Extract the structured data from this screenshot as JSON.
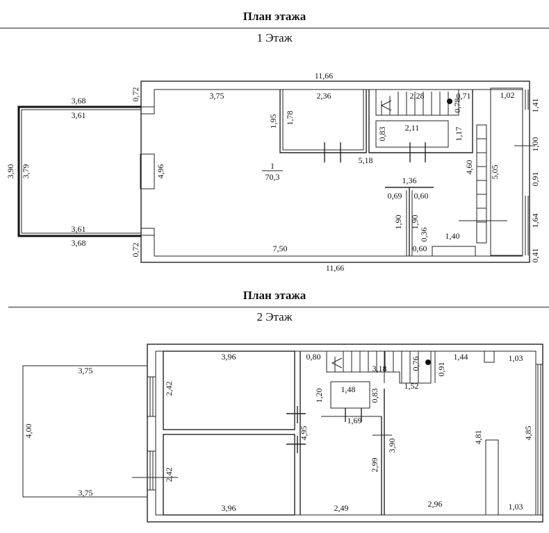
{
  "plan1": {
    "title": "План этажа",
    "floor": "1 Этаж",
    "labels": {
      "top_total": "11,66",
      "bottom_total": "11,66",
      "terrace_top_outer": "3,68",
      "terrace_top_inner": "3,61",
      "terrace_bottom_inner": "3,61",
      "terrace_bottom_outer": "3,68",
      "terrace_height_outer": "3,90",
      "terrace_height_inner": "3,79",
      "step_top": "0,72",
      "step_bottom": "0,72",
      "hall_top": "3,75",
      "column": "4,96",
      "room_num": "1",
      "room_area": "70,3",
      "hall_bottom": "7,50",
      "room_a_width": "2,36",
      "room_a_height_outer": "1,95",
      "room_a_height_inner": "1,78",
      "stair_width": "2,28",
      "stair_top_right": "0,71",
      "stair_side": "0,78",
      "closet_height": "0,83",
      "closet_width": "2,11",
      "closet_side": "1,17",
      "partition": "5,18",
      "wall_length_a": "4,60",
      "wall_length_b": "5,05",
      "right_strip_top": "1,02",
      "right_side_1": "1,41",
      "right_side_2": "1,00",
      "right_side_3": "0,91",
      "right_side_4": "1,64",
      "right_side_5": "0,41",
      "t_top": "1,36",
      "t_left": "0,69",
      "t_right": "0,60",
      "t_post_left": "1,90",
      "t_post_right": "1,90",
      "t_post_low": "0,36",
      "t_base": "0,60",
      "bottom_right": "1,40"
    }
  },
  "plan2": {
    "title": "План этажа",
    "floor": "2 Этаж",
    "labels": {
      "balcony_top": "3,75",
      "balcony_bottom": "3,75",
      "balcony_height": "4,00",
      "room_top_width": "3,96",
      "room_top_height": "2,42",
      "room_bottom_width": "3,96",
      "room_bottom_height": "2,42",
      "bedrooms_height": "4,95",
      "stair_left": "0,80",
      "stair_width": "3,18",
      "stair_small": "0,76",
      "stair_side": "0,91",
      "right_top": "1,44",
      "right_niche": "1,03",
      "landing": "1,52",
      "bath_width": "1,48",
      "bath_height": "0,83",
      "bath_left": "1,20",
      "bath_bottom": "1,69",
      "corridor_height": "3,90",
      "corridor_lower": "2,99",
      "corridor_bottom": "2,49",
      "hall_height": "4,81",
      "right_wall": "4,85",
      "hall_bottom": "2,96",
      "right_bottom": "1,03"
    }
  }
}
